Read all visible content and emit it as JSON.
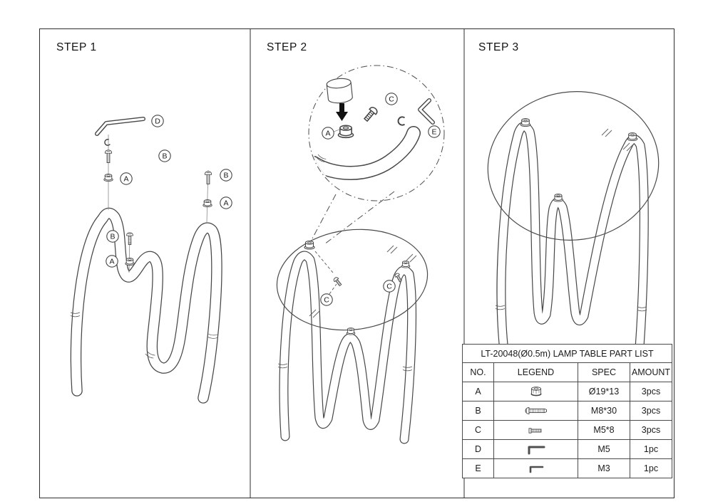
{
  "steps": [
    {
      "label": "STEP 1"
    },
    {
      "label": "STEP 2"
    },
    {
      "label": "STEP 3"
    }
  ],
  "labels": {
    "A": "A",
    "B": "B",
    "C": "C",
    "D": "D",
    "E": "E"
  },
  "parts_table": {
    "title": "LT-20048(Ø0.5m) LAMP TABLE PART LIST",
    "headers": [
      "NO.",
      "LEGEND",
      "SPEC",
      "AMOUNT"
    ],
    "rows": [
      {
        "no": "A",
        "legend": "cap-nut",
        "spec": "Ø19*13",
        "amount": "3pcs"
      },
      {
        "no": "B",
        "legend": "bolt",
        "spec": "M8*30",
        "amount": "3pcs"
      },
      {
        "no": "C",
        "legend": "machine-screw",
        "spec": "M5*8",
        "amount": "3pcs"
      },
      {
        "no": "D",
        "legend": "allen-key",
        "spec": "M5",
        "amount": "1pc"
      },
      {
        "no": "E",
        "legend": "allen-key",
        "spec": "M3",
        "amount": "1pc"
      }
    ]
  },
  "line_color": "#474747",
  "border_color": "#2e2e2e"
}
